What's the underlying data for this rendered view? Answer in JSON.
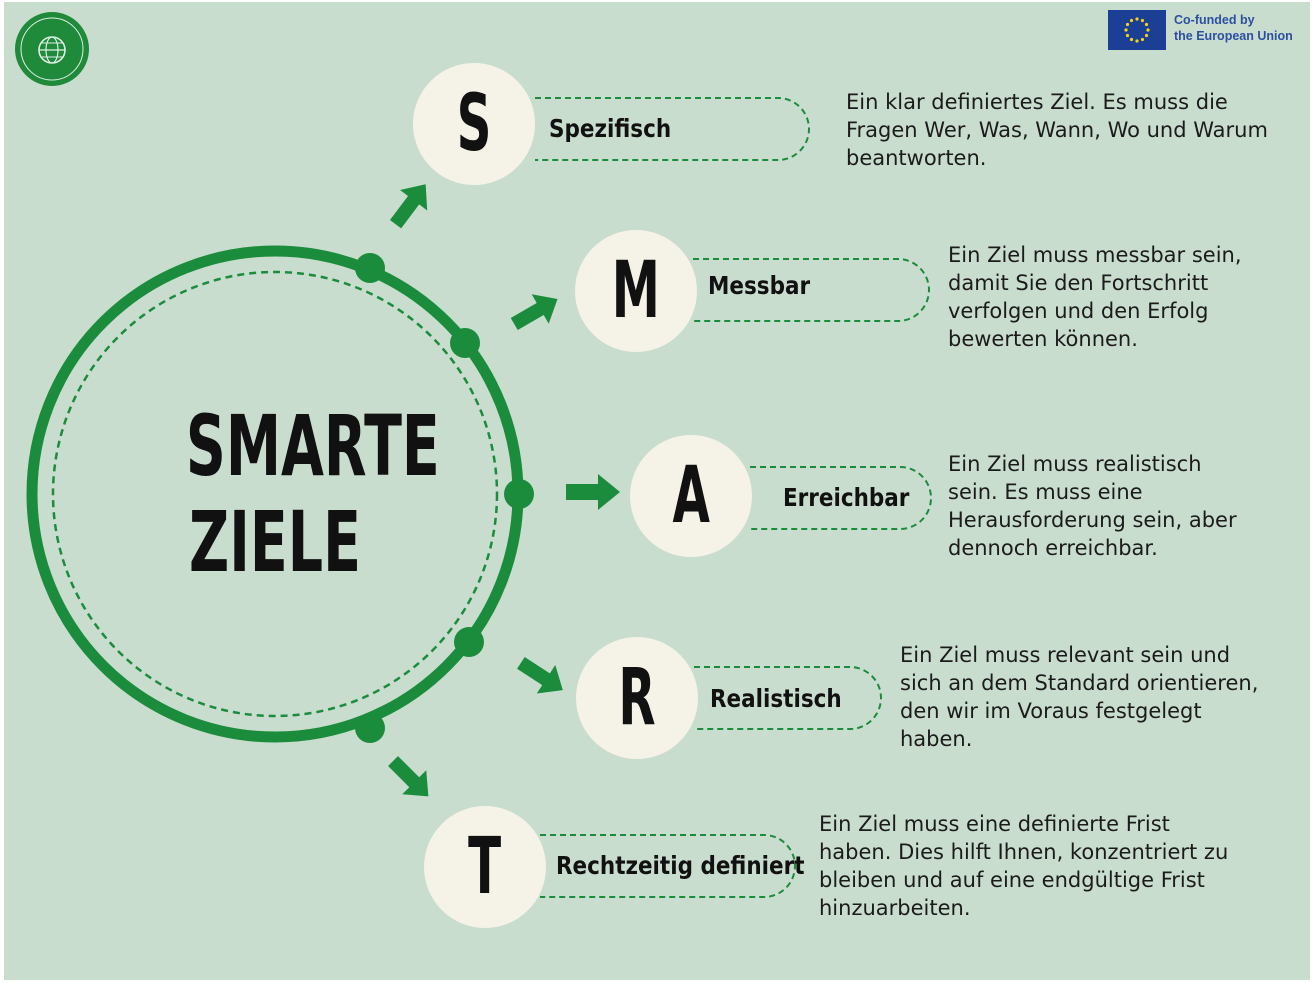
{
  "title": {
    "line1": "SMARTE",
    "line2": "ZIELE"
  },
  "eu_badge": {
    "line1": "Co-funded by",
    "line2": "the European Union"
  },
  "logo": {
    "name": "globe-logo-icon"
  },
  "colors": {
    "background": "#c9ddcf",
    "accent": "#1a8c3b",
    "circle_fill": "#f5f3e7"
  },
  "items": [
    {
      "letter": "S",
      "label": "Spezifisch",
      "desc": [
        "Ein klar definiertes Ziel. Es muss die",
        "Fragen Wer, Was, Wann, Wo und Warum",
        "beantworten."
      ]
    },
    {
      "letter": "M",
      "label": "Messbar",
      "desc": [
        "Ein Ziel muss messbar sein,",
        "damit Sie den Fortschritt",
        "verfolgen und den Erfolg",
        "bewerten können."
      ]
    },
    {
      "letter": "A",
      "label": "Erreichbar",
      "desc": [
        "Ein Ziel muss realistisch",
        "sein. Es muss eine",
        "Herausforderung sein, aber",
        "dennoch erreichbar."
      ]
    },
    {
      "letter": "R",
      "label": "Realistisch",
      "desc": [
        "Ein Ziel muss relevant sein und",
        "sich an dem Standard orientieren,",
        "den wir im Voraus festgelegt",
        "haben."
      ]
    },
    {
      "letter": "T",
      "label": "Rechtzeitig definiert",
      "desc": [
        "Ein Ziel muss eine definierte Frist",
        "haben. Dies hilft Ihnen, konzentriert zu",
        "bleiben und auf eine endgültige Frist",
        "hinzuarbeiten."
      ]
    }
  ]
}
